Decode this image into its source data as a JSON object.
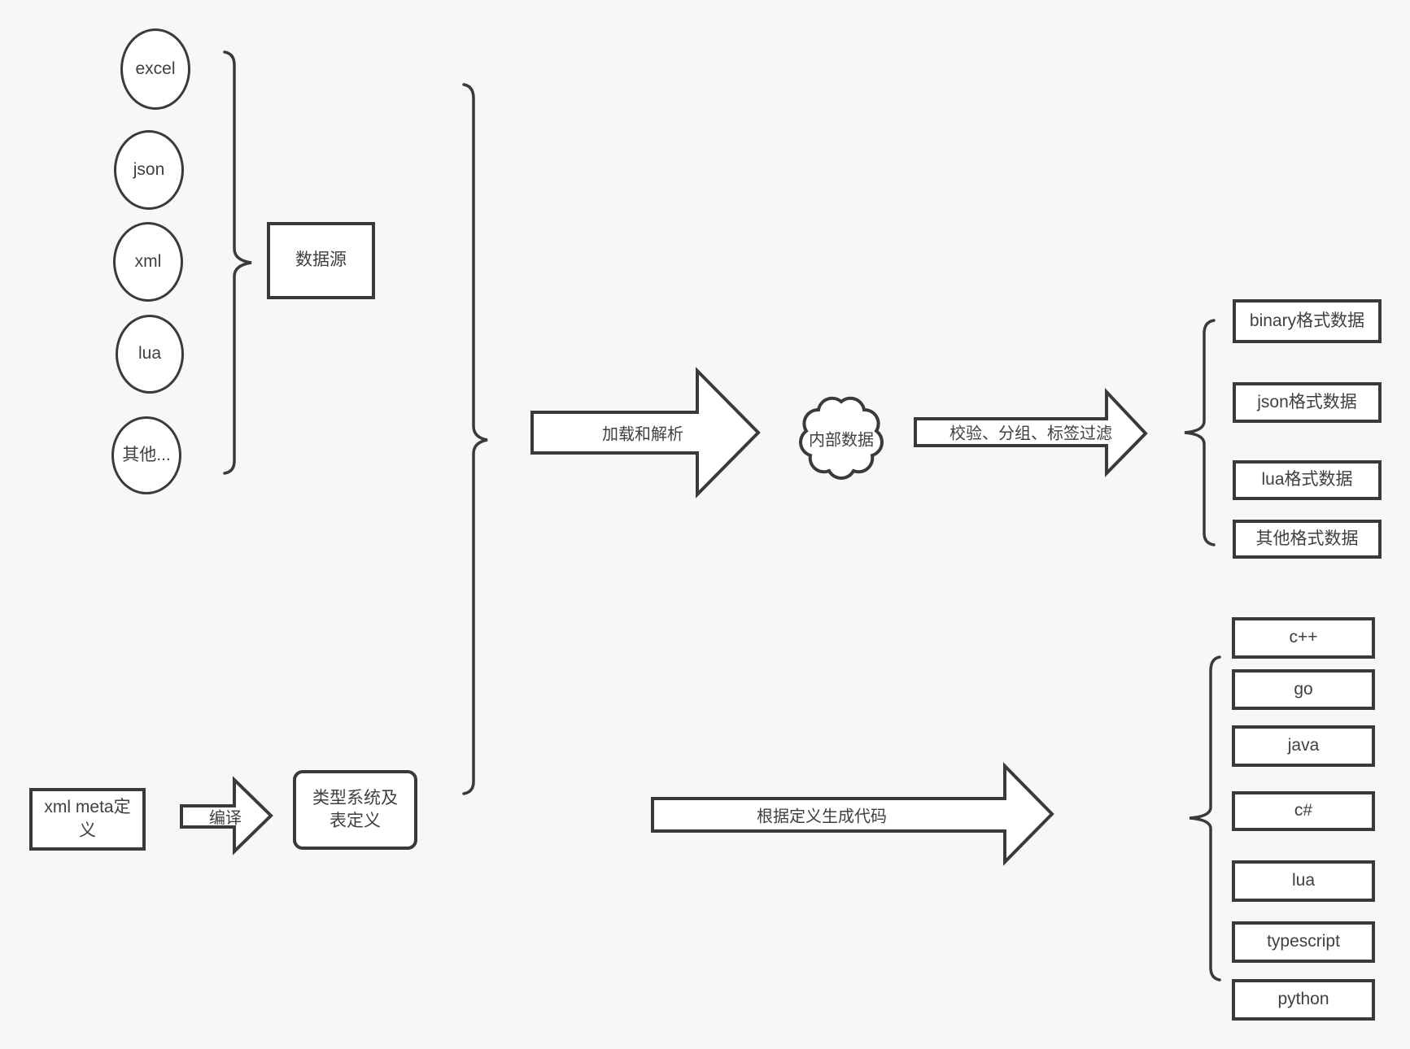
{
  "colors": {
    "background": "#f7f7f7",
    "stroke": "#3a3a3a",
    "shape_fill": "#ffffff",
    "text": "#3f3f3f"
  },
  "sources": {
    "nodes": [
      "excel",
      "json",
      "xml",
      "lua",
      "其他..."
    ],
    "group_label": "数据源"
  },
  "pipeline": {
    "load_arrow_label": "加载和解析",
    "internal_data_label": "内部数据",
    "filter_arrow_label": "校验、分组、标签过滤"
  },
  "data_formats": [
    "binary格式数据",
    "json格式数据",
    "lua格式数据",
    "其他格式数据"
  ],
  "definition": {
    "xml_meta_label": "xml meta定义",
    "compile_arrow_label": "编译",
    "type_system_label": "类型系统及表定义",
    "codegen_arrow_label": "根据定义生成代码"
  },
  "languages": [
    "c++",
    "go",
    "java",
    "c#",
    "lua",
    "typescript",
    "python"
  ]
}
